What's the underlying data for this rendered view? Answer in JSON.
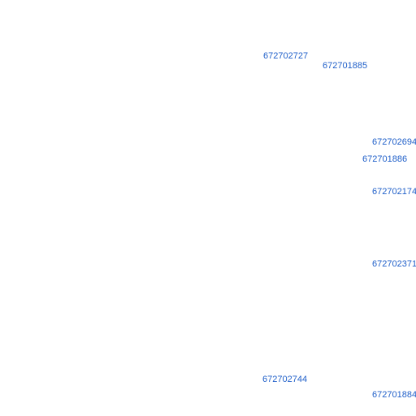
{
  "map": {
    "label_color": "#1f5fc9",
    "background": "#ffffff",
    "parcel_labels": [
      "672702727",
      "672701885",
      "672702694",
      "672701886",
      "672702174",
      "672702371",
      "672702744",
      "672701884"
    ]
  }
}
